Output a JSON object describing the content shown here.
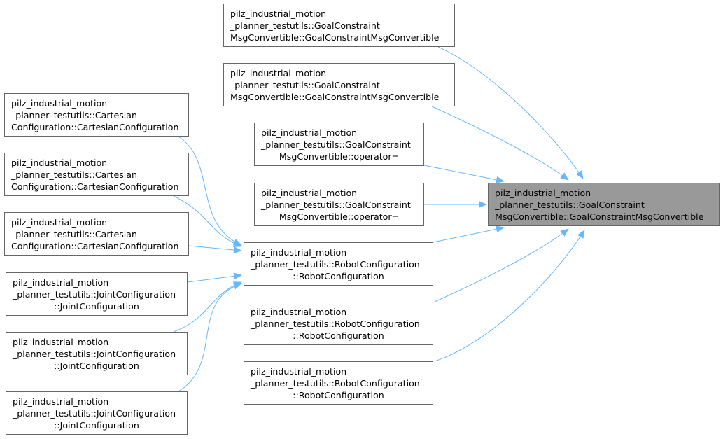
{
  "theme": {
    "edge_color": "#63b8ff",
    "node_border": "#666666",
    "focus_fill": "#999999",
    "node_fill": "#ffffff"
  },
  "nodes": {
    "focus": {
      "lines": [
        "pilz_industrial_motion",
        "_planner_testutils::GoalConstraint",
        "MsgConvertible::GoalConstraintMsgConvertible"
      ]
    },
    "gcmc_ctor_a": {
      "lines": [
        "pilz_industrial_motion",
        "_planner_testutils::GoalConstraint",
        "MsgConvertible::GoalConstraintMsgConvertible"
      ]
    },
    "gcmc_ctor_b": {
      "lines": [
        "pilz_industrial_motion",
        "_planner_testutils::GoalConstraint",
        "MsgConvertible::GoalConstraintMsgConvertible"
      ]
    },
    "gcmc_op_a": {
      "lines": [
        "pilz_industrial_motion",
        "_planner_testutils::GoalConstraint",
        "MsgConvertible::operator="
      ]
    },
    "gcmc_op_b": {
      "lines": [
        "pilz_industrial_motion",
        "_planner_testutils::GoalConstraint",
        "MsgConvertible::operator="
      ]
    },
    "robot_a": {
      "lines": [
        "pilz_industrial_motion",
        "_planner_testutils::RobotConfiguration",
        "::RobotConfiguration"
      ]
    },
    "robot_b": {
      "lines": [
        "pilz_industrial_motion",
        "_planner_testutils::RobotConfiguration",
        "::RobotConfiguration"
      ]
    },
    "robot_c": {
      "lines": [
        "pilz_industrial_motion",
        "_planner_testutils::RobotConfiguration",
        "::RobotConfiguration"
      ]
    },
    "cart_a": {
      "lines": [
        "pilz_industrial_motion",
        "_planner_testutils::Cartesian",
        "Configuration::CartesianConfiguration"
      ]
    },
    "cart_b": {
      "lines": [
        "pilz_industrial_motion",
        "_planner_testutils::Cartesian",
        "Configuration::CartesianConfiguration"
      ]
    },
    "cart_c": {
      "lines": [
        "pilz_industrial_motion",
        "_planner_testutils::Cartesian",
        "Configuration::CartesianConfiguration"
      ]
    },
    "joint_a": {
      "lines": [
        "pilz_industrial_motion",
        "_planner_testutils::JointConfiguration",
        "::JointConfiguration"
      ]
    },
    "joint_b": {
      "lines": [
        "pilz_industrial_motion",
        "_planner_testutils::JointConfiguration",
        "::JointConfiguration"
      ]
    },
    "joint_c": {
      "lines": [
        "pilz_industrial_motion",
        "_planner_testutils::JointConfiguration",
        "::JointConfiguration"
      ]
    }
  },
  "edges": [
    {
      "from": "gcmc_ctor_a",
      "to": "focus"
    },
    {
      "from": "gcmc_ctor_b",
      "to": "focus"
    },
    {
      "from": "gcmc_op_a",
      "to": "focus"
    },
    {
      "from": "gcmc_op_b",
      "to": "focus"
    },
    {
      "from": "robot_a",
      "to": "focus"
    },
    {
      "from": "robot_b",
      "to": "focus"
    },
    {
      "from": "robot_c",
      "to": "focus"
    },
    {
      "from": "cart_a",
      "to": "robot_a"
    },
    {
      "from": "cart_b",
      "to": "robot_a"
    },
    {
      "from": "cart_c",
      "to": "robot_a"
    },
    {
      "from": "joint_a",
      "to": "robot_a"
    },
    {
      "from": "joint_b",
      "to": "robot_a"
    },
    {
      "from": "joint_c",
      "to": "robot_a"
    }
  ]
}
